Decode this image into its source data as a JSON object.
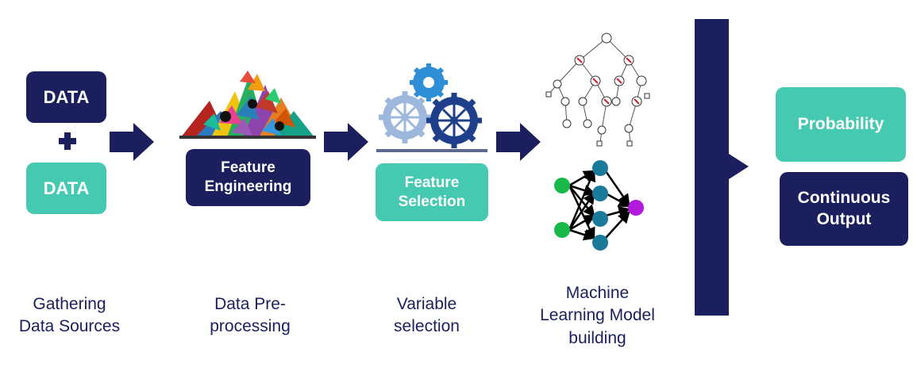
{
  "stage1": {
    "top_box": "DATA",
    "bottom_box": "DATA",
    "caption_line1": "Gathering",
    "caption_line2": "Data Sources"
  },
  "stage2": {
    "box_line1": "Feature",
    "box_line2": "Engineering",
    "caption_line1": "Data Pre-",
    "caption_line2": "processing"
  },
  "stage3": {
    "box_line1": "Feature",
    "box_line2": "Selection",
    "caption_line1": "Variable",
    "caption_line2": "selection"
  },
  "stage4": {
    "caption_line1": "Machine",
    "caption_line2": "Learning Model",
    "caption_line3": "building"
  },
  "outputs": {
    "probability": "Probability",
    "continuous_line1": "Continuous",
    "continuous_line2": "Output"
  },
  "colors": {
    "navy": "#1b1f5e",
    "teal": "#45c9b1",
    "node_green": "#18b84a",
    "node_blue": "#1a7a9a",
    "node_purple": "#b31ae0"
  }
}
